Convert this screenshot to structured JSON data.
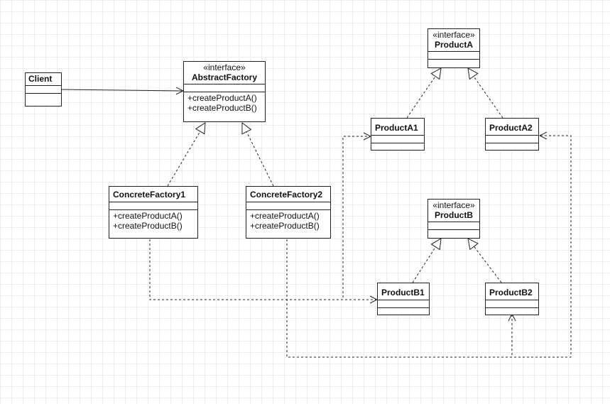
{
  "classes": {
    "client": {
      "name": "Client"
    },
    "abstract_factory": {
      "stereotype": "«interface»",
      "name": "AbstractFactory",
      "operations": [
        "+createProductA()",
        "+createProductB()"
      ]
    },
    "concrete_factory1": {
      "name": "ConcreteFactory1",
      "operations": [
        "+createProductA()",
        "+createProductB()"
      ]
    },
    "concrete_factory2": {
      "name": "ConcreteFactory2",
      "operations": [
        "+createProductA()",
        "+createProductB()"
      ]
    },
    "product_a": {
      "stereotype": "«interface»",
      "name": "ProductA"
    },
    "product_a1": {
      "name": "ProductA1"
    },
    "product_a2": {
      "name": "ProductA2"
    },
    "product_b": {
      "stereotype": "«interface»",
      "name": "ProductB"
    },
    "product_b1": {
      "name": "ProductB1"
    },
    "product_b2": {
      "name": "ProductB2"
    }
  },
  "relationships": [
    {
      "kind": "association",
      "from": "Client",
      "to": "AbstractFactory"
    },
    {
      "kind": "realization",
      "from": "ConcreteFactory1",
      "to": "AbstractFactory"
    },
    {
      "kind": "realization",
      "from": "ConcreteFactory2",
      "to": "AbstractFactory"
    },
    {
      "kind": "realization",
      "from": "ProductA1",
      "to": "ProductA"
    },
    {
      "kind": "realization",
      "from": "ProductA2",
      "to": "ProductA"
    },
    {
      "kind": "realization",
      "from": "ProductB1",
      "to": "ProductB"
    },
    {
      "kind": "realization",
      "from": "ProductB2",
      "to": "ProductB"
    },
    {
      "kind": "dependency",
      "from": "ConcreteFactory1",
      "to": "ProductA1"
    },
    {
      "kind": "dependency",
      "from": "ConcreteFactory1",
      "to": "ProductB1"
    },
    {
      "kind": "dependency",
      "from": "ConcreteFactory2",
      "to": "ProductA2"
    },
    {
      "kind": "dependency",
      "from": "ConcreteFactory2",
      "to": "ProductB2"
    }
  ],
  "colors": {
    "line": "#222222",
    "grid": "#ececec",
    "box_fill": "#ffffff"
  }
}
